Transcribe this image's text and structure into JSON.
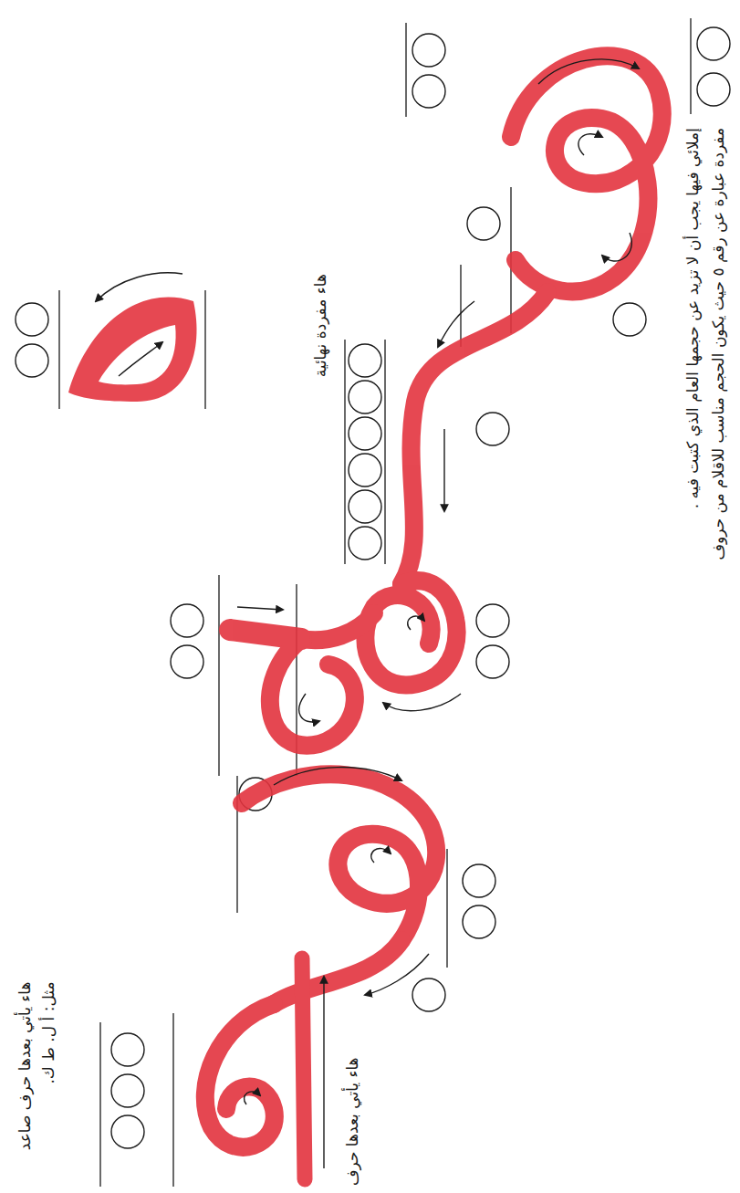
{
  "diagram": {
    "labels": [
      "مفردة عبارة عن رقم ٥ حيث يكون الحجم مناسب للاقلام من حروف",
      "إملائي فيها يجب أن لا تزيد عن حجمها العام الذي كتبت فيه .",
      "هاء مفردة نهائية",
      "هاء يأتي بعدها حرف صاعد مثل: أ ل. ط ك.",
      "هاء يأتي بعدها حرف"
    ]
  }
}
